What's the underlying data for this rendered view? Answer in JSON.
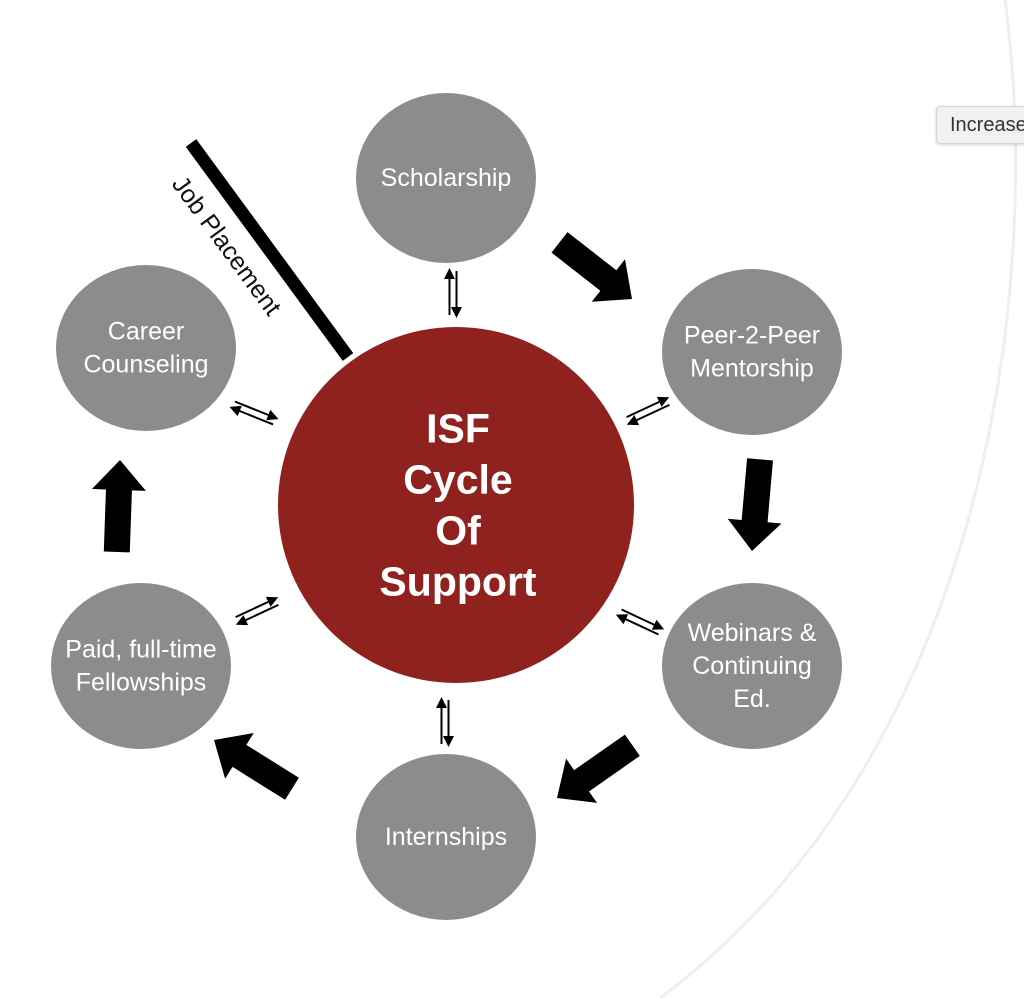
{
  "diagram": {
    "center": {
      "lines": [
        "ISF",
        "Cycle",
        "Of",
        "Support"
      ]
    },
    "nodes": [
      {
        "id": "scholarship",
        "lines": [
          "Scholarship"
        ]
      },
      {
        "id": "peer-mentorship",
        "lines": [
          "Peer-2-Peer",
          "Mentorship"
        ]
      },
      {
        "id": "webinars",
        "lines": [
          "Webinars &",
          "Continuing",
          "Ed."
        ]
      },
      {
        "id": "internships",
        "lines": [
          "Internships"
        ]
      },
      {
        "id": "fellowships",
        "lines": [
          "Paid, full-time",
          "Fellowships"
        ]
      },
      {
        "id": "career-counseling",
        "lines": [
          "Career",
          "Counseling"
        ]
      }
    ],
    "job_placement_label": "Job Placement",
    "cycle_order": [
      "scholarship",
      "peer-mentorship",
      "webinars",
      "internships",
      "fellowships",
      "career-counseling"
    ],
    "colors": {
      "center_fill": "#8f221e",
      "node_fill": "#8c8c8c",
      "arrow": "#000000",
      "background_arc": "#efefef"
    }
  },
  "tooltip": {
    "text": "Increase"
  }
}
